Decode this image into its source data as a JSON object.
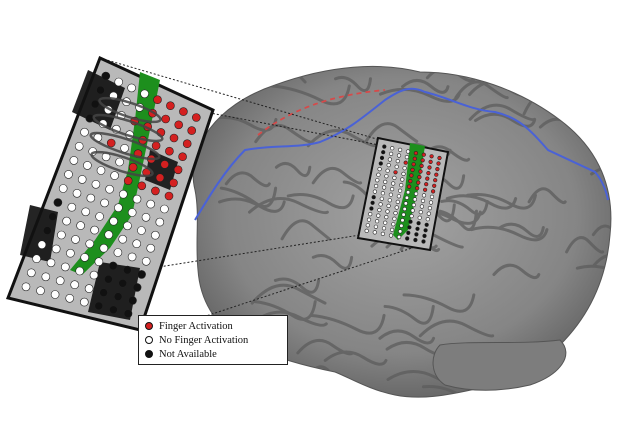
{
  "colors": {
    "activation": "#d42020",
    "no_activation": "#ffffff",
    "not_available": "#111111",
    "motor_region": "#1d8f1d",
    "sulcus_line": "#4a62d6",
    "dashed_line": "#d64a4a",
    "brain": "#8a8a8a",
    "grid_background": "#b9b9b9"
  },
  "legend": {
    "items": [
      {
        "label": "Finger Activation",
        "color": "#d42020",
        "icon": "red-dot"
      },
      {
        "label": "No Finger Activation",
        "color": "#ffffff",
        "icon": "white-dot"
      },
      {
        "label": "Not Available",
        "color": "#111111",
        "icon": "black-dot"
      }
    ]
  }
}
